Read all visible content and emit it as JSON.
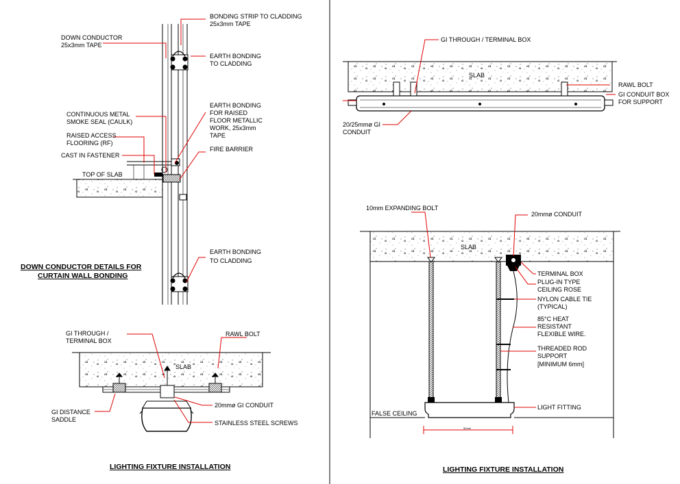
{
  "labels": {
    "bonding_strip": "BONDING STRIP TO CLADDING",
    "bonding_strip_tape": "25x3mm TAPE",
    "down_conductor": "DOWN CONDUCTOR",
    "down_conductor_tape": "25x3mm TAPE",
    "earth_bonding_top_1": "EARTH BONDING",
    "earth_bonding_top_2": "TO CLADDING",
    "smoke_seal_1": "CONTINUOUS METAL",
    "smoke_seal_2": "SMOKE SEAL (CAULK)",
    "earth_raised_1": "EARTH BONDING",
    "earth_raised_2": "FOR RAISED",
    "earth_raised_3": "FLOOR METALLIC",
    "earth_raised_4": "WORK, 25x3mm",
    "earth_raised_5": "TAPE",
    "raised_floor_1": "RAISED ACCESS",
    "raised_floor_2": "FLOORING (RF)",
    "cast_in_fastener": "CAST IN FASTENER",
    "fire_barrier": "FIRE BARRIER",
    "top_of_slab": "TOP OF SLAB",
    "earth_bonding_bottom_1": "EARTH BONDING",
    "earth_bonding_bottom_2": "TO CLADDING",
    "title_down_conductor_1": "DOWN CONDUCTOR DETAILS FOR",
    "title_down_conductor_2": "CURTAIN WALL BONDING",
    "gi_through_terminal_bl_1": "GI THROUGH /",
    "gi_through_terminal_bl_2": "TERMINAL BOX",
    "rawl_bolt_bl": "RAWL BOLT",
    "slab_bl": "SLAB",
    "conduit_bl": "20mmø GI CONDUIT",
    "gi_distance_saddle_1": "GI DISTANCE",
    "gi_distance_saddle_2": "SADDLE",
    "stainless_screws": "STAINLESS STEEL SCREWS",
    "title_lighting_left": "LIGHTING FIXTURE INSTALLATION",
    "gi_through_terminal_tr": "GI THROUGH / TERMINAL BOX",
    "slab_tr": "SLAB",
    "rawl_bolt_tr": "RAWL BOLT",
    "gi_conduit_box_1": "GI CONDUIT BOX",
    "gi_conduit_box_2": "FOR SUPPORT",
    "gi_conduit_tr_1": "20/25mmø GI",
    "gi_conduit_tr_2": "CONDUIT",
    "expanding_bolt": "10mm EXPANDING BOLT",
    "conduit_br": "20mmø CONDUIT",
    "slab_br": "SLAB",
    "terminal_box_br": "TERMINAL BOX",
    "ceiling_rose_1": "PLUG-IN TYPE",
    "ceiling_rose_2": "CEILING ROSE",
    "cable_tie_1": "NYLON CABLE TIE",
    "cable_tie_2": "(TYPICAL)",
    "heat_wire_1": "85°C HEAT",
    "heat_wire_2": "RESISTANT",
    "heat_wire_3": "FLEXIBLE WIRE.",
    "rod_support_1": "THREADED ROD",
    "rod_support_2": "SUPPORT",
    "rod_support_3": "[MINIMUM 6mm]",
    "light_fitting": "LIGHT FITTING",
    "false_ceiling": "FALSE CEILING",
    "dimension": "50mm",
    "title_lighting_right": "LIGHTING FIXTURE INSTALLATION"
  }
}
